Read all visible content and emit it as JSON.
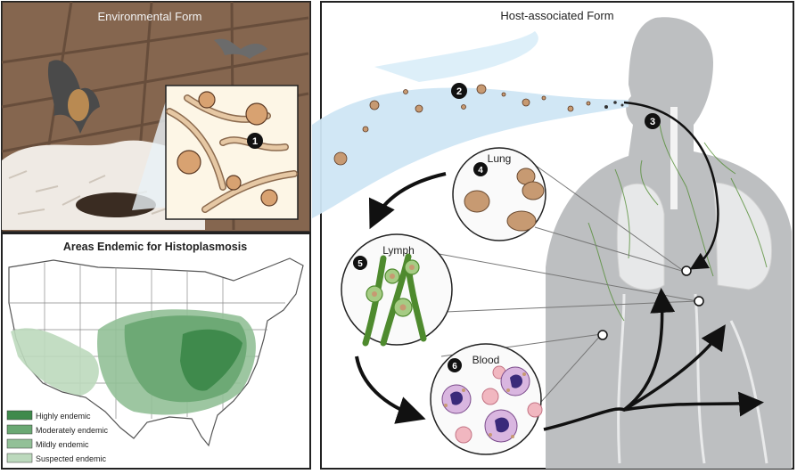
{
  "environmental": {
    "title": "Environmental Form",
    "step": "1"
  },
  "endemic": {
    "title": "Areas Endemic for Histoplasmosis",
    "legend": [
      {
        "label": "Highly endemic",
        "color": "#3f8a4c"
      },
      {
        "label": "Moderately endemic",
        "color": "#6aa873"
      },
      {
        "label": "Mildly endemic",
        "color": "#92c097"
      },
      {
        "label": "Suspected endemic",
        "color": "#bcd9bd"
      }
    ]
  },
  "host": {
    "title": "Host-associated Form",
    "steps": {
      "s2": "2",
      "s3": "3",
      "s4": "4",
      "s5": "5",
      "s6": "6"
    },
    "circles": {
      "lung": "Lung",
      "lymph": "Lymph",
      "blood": "Blood"
    }
  },
  "colors": {
    "air_stream": "#cfe6f4",
    "body": "#bdbfc1",
    "lymph_green": "#4e8a2e",
    "fungus": "#c79a72"
  }
}
